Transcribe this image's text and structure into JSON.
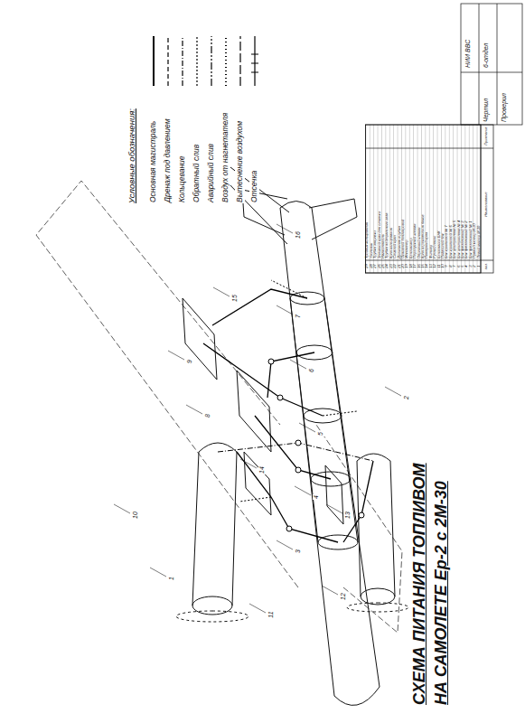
{
  "diagram": {
    "title": "СХЕМА ПИТАНИЯ ТОПЛИВОМ НА САМОЛЕТЕ Ер-2 с 2М-30",
    "labels": [
      "Условные обозначения:",
      "поз.",
      "Наименование",
      "Примечание",
      "1",
      "Левый мотор М-30",
      "2",
      "Правый мотор М-30",
      "3",
      "Бак фюзеляжный № 1",
      "4",
      "Бак фюзеляжный № 2",
      "5",
      "Бак фюзеляжный № 3",
      "6",
      "Бак центроплана № 4",
      "7",
      "Бак центроплана № 5",
      "8",
      "Бак крыльевой № 6",
      "9",
      "Бак крыльевой № 7",
      "10",
      "Подвесной бак",
      "11",
      "Бензонасос БНК",
      "12",
      "Ручной насос",
      "13",
      "Фильтр",
      "14",
      "Пожарный кран",
      "15",
      "Кран переключения баков",
      "16",
      "Обратный клапан",
      "17",
      "Перепускной клапан",
      "18",
      "Бензиномер",
      "19",
      "Манометр",
      "20",
      "Основной бензопровод",
      "21",
      "Дренажная трубка",
      "22",
      "Сливной кран",
      "23",
      "Кран кольцевания",
      "24",
      "Трубка нейтрального газа",
      "25",
      "Нагнетатель",
      "26",
      "Заливной кран для откачки",
      "27",
      "Трубка заправки",
      "28",
      "Угольник",
      "29",
      "Тройник кольцевания",
      "НИИ ВВС",
      "6-отдел",
      "Чертил",
      "Проверил",
      "1",
      "2",
      "3",
      "4",
      "5",
      "6",
      "7",
      "8",
      "9",
      "10",
      "11",
      "12",
      "13",
      "14",
      "15",
      "16"
    ],
    "legend": [
      {
        "text": "Основная магистраль"
      },
      {
        "text": "Дренаж под давлением"
      },
      {
        "text": "Кольцевание"
      },
      {
        "text": "Обратный слив"
      },
      {
        "text": "Аварийный слив"
      },
      {
        "text": "Воздух от нагнетателя"
      },
      {
        "text": "Вытеснение воздухом"
      },
      {
        "text": "Отсечка"
      }
    ]
  }
}
